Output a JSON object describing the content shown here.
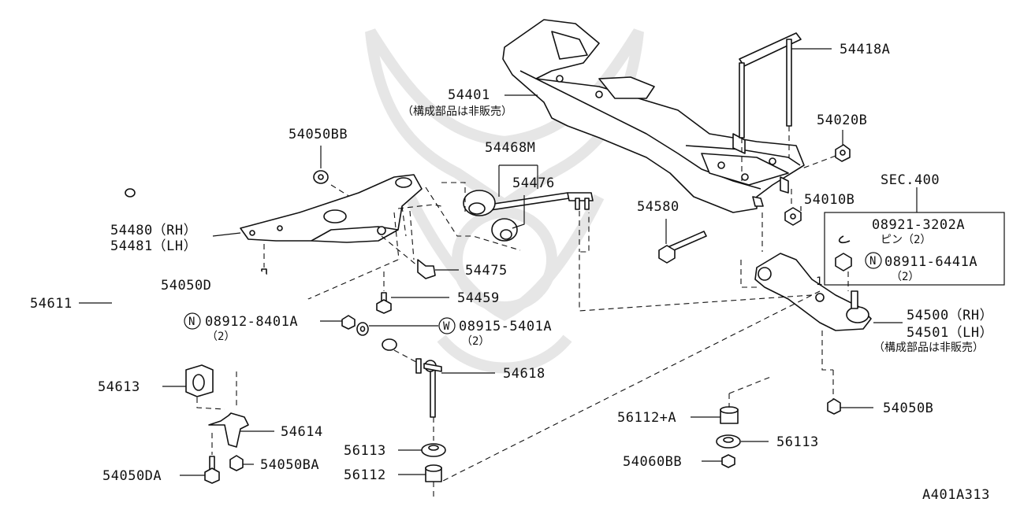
{
  "diagram": {
    "id": "A401A313",
    "labels": {
      "crossmember": "54401",
      "crossmember_note": "（構成部品は非販売）",
      "stay": "54418A",
      "nut_54020b": "54020B",
      "bolt_54010b": "54010B",
      "sec": "SEC.400",
      "pin_pn": "08921-3202A",
      "pin_qty": "ピン（2）",
      "nut_n_pn": "08911-6441A",
      "nut_n_qty": "（2）",
      "bolt_54580": "54580",
      "arm_rh": "54500（RH）",
      "arm_lh": "54501（LH）",
      "arm_note": "（構成部品は非販売）",
      "nut_54050b": "54050B",
      "sleeve": "56112+A",
      "washer_right": "56113",
      "nut_54060bb": "54060BB",
      "link_assy": "54468M",
      "link_bushing": "54476",
      "nut_54050bb": "54050BB",
      "bracket_rh": "54480（RH）",
      "bracket_lh": "54481（LH）",
      "bolt_54050d": "54050D",
      "bolt_54475": "54475",
      "bolt_54459": "54459",
      "stabilizer": "54611",
      "nut_n2_pn": "08912-8401A",
      "nut_n2_qty": "（2）",
      "washer_w_pn": "08915-5401A",
      "washer_w_qty": "（2）",
      "stab_link": "54618",
      "bushing": "54613",
      "clamp": "54614",
      "bolt_54050da": "54050DA",
      "nut_54050ba": "54050BA",
      "washer_left": "56113",
      "sleeve_left": "56112",
      "circle_n": "N",
      "circle_w": "W",
      "index_1": "1"
    }
  }
}
